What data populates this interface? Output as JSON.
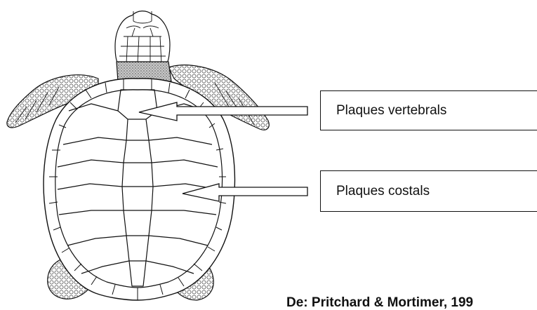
{
  "labels": {
    "vertebral": "Plaques vertebrals",
    "costal": "Plaques costals"
  },
  "credit": "De: Pritchard & Mortimer, 199",
  "colors": {
    "line": "#111111",
    "background": "#ffffff",
    "neck_stipple": "#8f8f8f"
  }
}
